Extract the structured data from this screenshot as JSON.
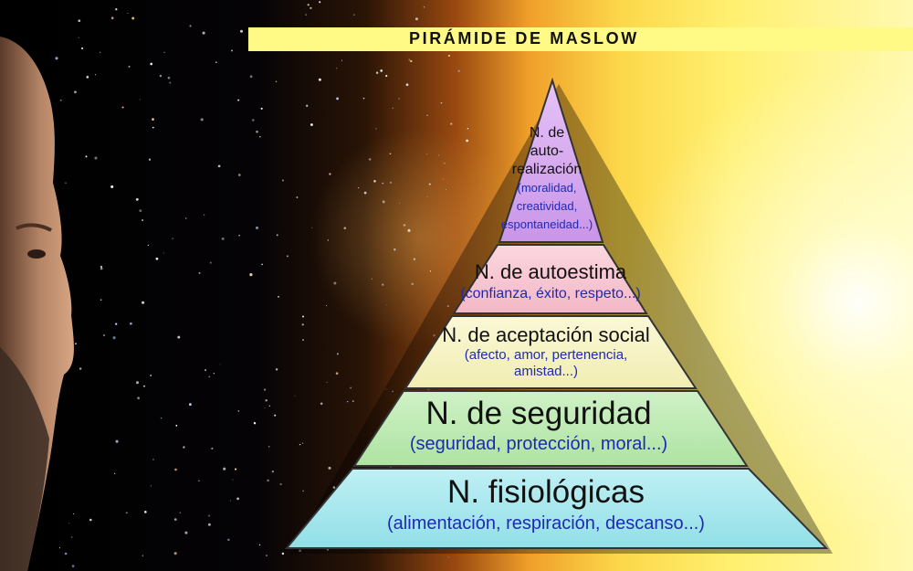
{
  "title": "PIRÁMIDE DE MASLOW",
  "colors": {
    "banner": "#fffa86",
    "level_self_actualization": "#d7a8ef",
    "level_esteem": "#f6c6d2",
    "level_social": "#f7f4c6",
    "level_safety": "#bfeab4",
    "level_physiological": "#a7e8ee",
    "subtitle_text": "#1e2ab4"
  },
  "levels": [
    {
      "title_lines": [
        "N. de",
        "auto-",
        "realización"
      ],
      "subtitle_lines": [
        "(moralidad,",
        "creatividad,",
        "espontaneidad...)"
      ]
    },
    {
      "title_lines": [
        "N. de autoestima"
      ],
      "subtitle_lines": [
        "(confianza, éxito, respeto...)"
      ]
    },
    {
      "title_lines": [
        "N. de aceptación social"
      ],
      "subtitle_lines": [
        "(afecto, amor, pertenencia,",
        "amistad...)"
      ]
    },
    {
      "title_lines": [
        "N. de seguridad"
      ],
      "subtitle_lines": [
        "(seguridad, protección, moral...)"
      ]
    },
    {
      "title_lines": [
        "N. fisiológicas"
      ],
      "subtitle_lines": [
        "(alimentación, respiración, descanso...)"
      ]
    }
  ]
}
